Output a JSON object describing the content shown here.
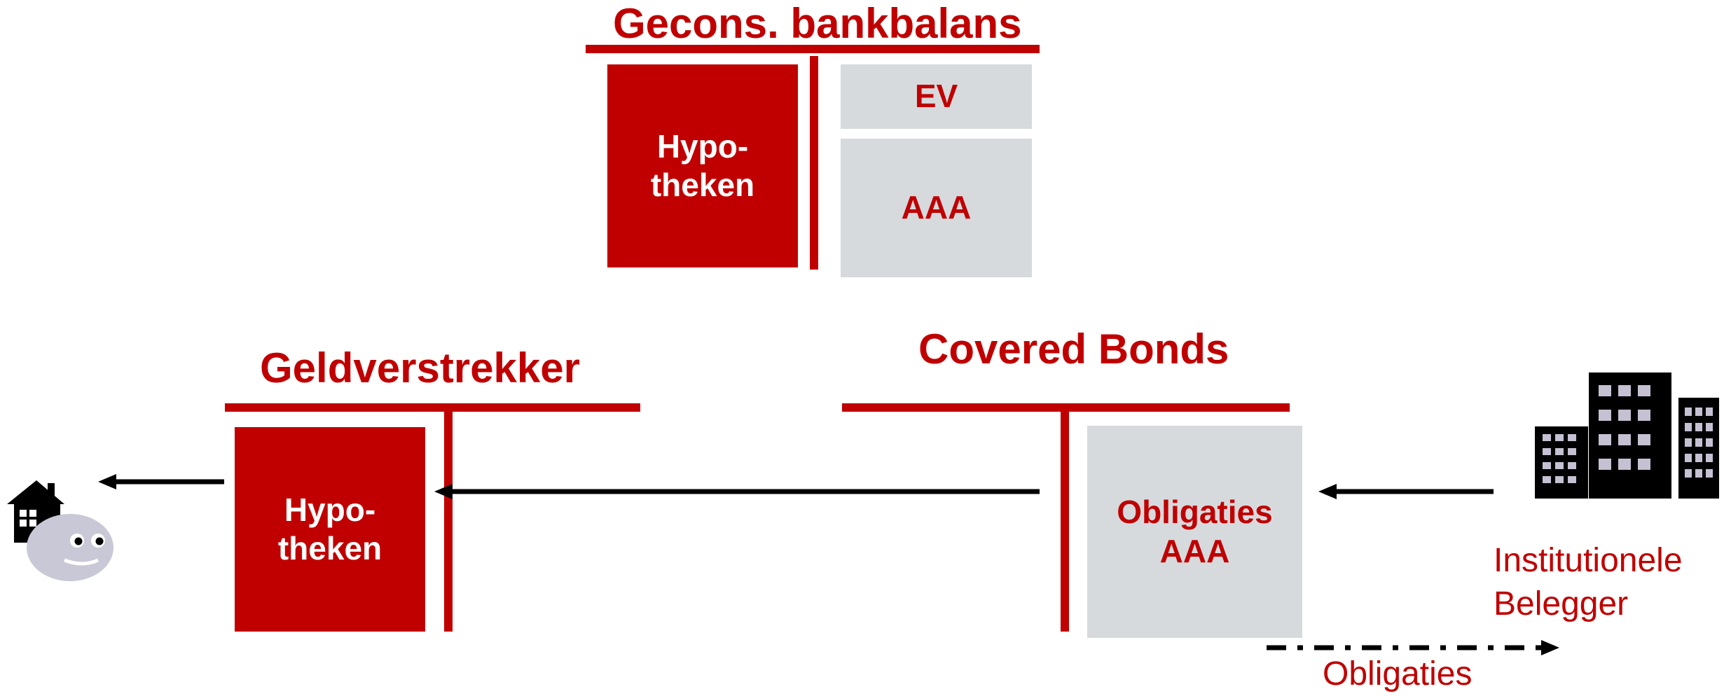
{
  "colors": {
    "accent": "#c00000",
    "gray_box": "#d6dadd",
    "arrow": "#000000"
  },
  "bank_balance": {
    "title": "Gecons. bankbalans",
    "assets": {
      "line1": "Hypo-",
      "line2": "theken"
    },
    "equity": "EV",
    "debt": "AAA"
  },
  "lender": {
    "title": "Geldverstrekker",
    "assets": {
      "line1": "Hypo-",
      "line2": "theken"
    }
  },
  "covered_bonds": {
    "title": "Covered Bonds",
    "liabilities": {
      "line1": "Obligaties",
      "line2": "AAA"
    }
  },
  "investor": {
    "label_line1": "Institutionele",
    "label_line2": "Belegger"
  },
  "flow_label": "Obligaties",
  "icons": {
    "house": "house-icon",
    "person": "smiley-person-icon",
    "buildings": "office-buildings-icon"
  }
}
